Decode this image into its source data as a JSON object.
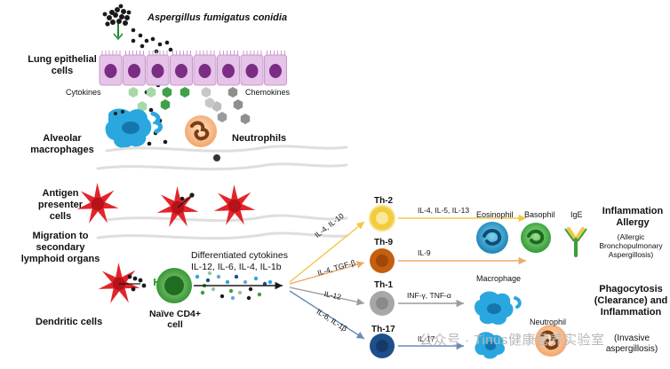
{
  "title_conidia": "Aspergillus fumigatus conidia",
  "left_labels": {
    "lung_epithelial": "Lung epithelial cells",
    "alveolar": "Alveolar macrophages",
    "antigen": "Antigen presenter cells",
    "migration": "Migration to secondary lymphoid organs",
    "dendritic": "Dendritic cells"
  },
  "cytokines_label": "Cytokines",
  "chemokines_label": "Chemokines",
  "neutrophils_label": "Neutrophils",
  "naive_cell_label": "Naïve CD4+ cell",
  "differentiated": {
    "title": "Differentiated cytokines",
    "list": "IL-12, IL-6, IL-4, IL-1b"
  },
  "th_cells": [
    {
      "name": "Th-2",
      "color": "#f2cc3c",
      "in": "IL-4, IL-10",
      "out": "IL-4, IL-5, IL-13",
      "arrow": "#f2c649"
    },
    {
      "name": "Th-9",
      "color": "#c45e10",
      "in": "IL-4, TGF-β",
      "out": "IL-9",
      "arrow": "#f0a868"
    },
    {
      "name": "Th-1",
      "color": "#a7a7a7",
      "in": "IL-12",
      "out": "INF-γ, TNF-α",
      "arrow": "#9c9c9c"
    },
    {
      "name": "Th-17",
      "color": "#1f4f8a",
      "in": "IL-6, IL-1β",
      "out": "IL-17",
      "arrow": "#6a8bb5"
    }
  ],
  "effectors": {
    "eosinophil": "Eosinophil",
    "basophil": "Basophil",
    "ige": "IgE",
    "macrophage": "Macrophage",
    "neutrophil": "Neutrophil"
  },
  "outcomes": {
    "allergy_title": "Inflammation Allergy",
    "allergy_sub": "(Allergic Bronchopulmonary Aspergillosis)",
    "phago_title": "Phagocytosis (Clearance) and Inflammation",
    "phago_sub": "(Invasive aspergillosis)"
  },
  "watermark": "公众号 · Tinus健康营养实验室",
  "colors": {
    "epithelial": "#e6c3e9",
    "nucleus": "#7b2d84",
    "dendritic": "#e2252b",
    "macrophage": "#2aa7df",
    "naive": "#3aa037",
    "cytokine_hex": "#3fa045",
    "chemokine_hex": "#8f8f8f"
  }
}
